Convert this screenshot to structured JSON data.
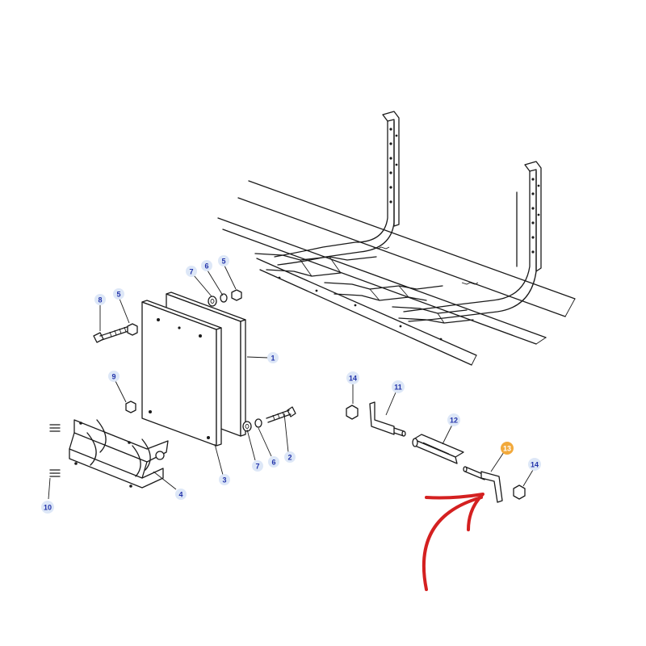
{
  "diagram": {
    "callouts": {
      "c1": "1",
      "c2": "2",
      "c3": "3",
      "c4": "4",
      "c5a": "5",
      "c5b": "5",
      "c6a": "6",
      "c6b": "6",
      "c7a": "7",
      "c7b": "7",
      "c8": "8",
      "c9": "9",
      "c10": "10",
      "c11": "11",
      "c12": "12",
      "c13": "13",
      "c14a": "14",
      "c14b": "14"
    },
    "colors": {
      "highlight_bubble": "#f2a93b",
      "normal_bubble": "#dde7f7",
      "callout_text": "#2233aa",
      "arrow": "#d42020",
      "line": "#1a1a1a"
    }
  }
}
